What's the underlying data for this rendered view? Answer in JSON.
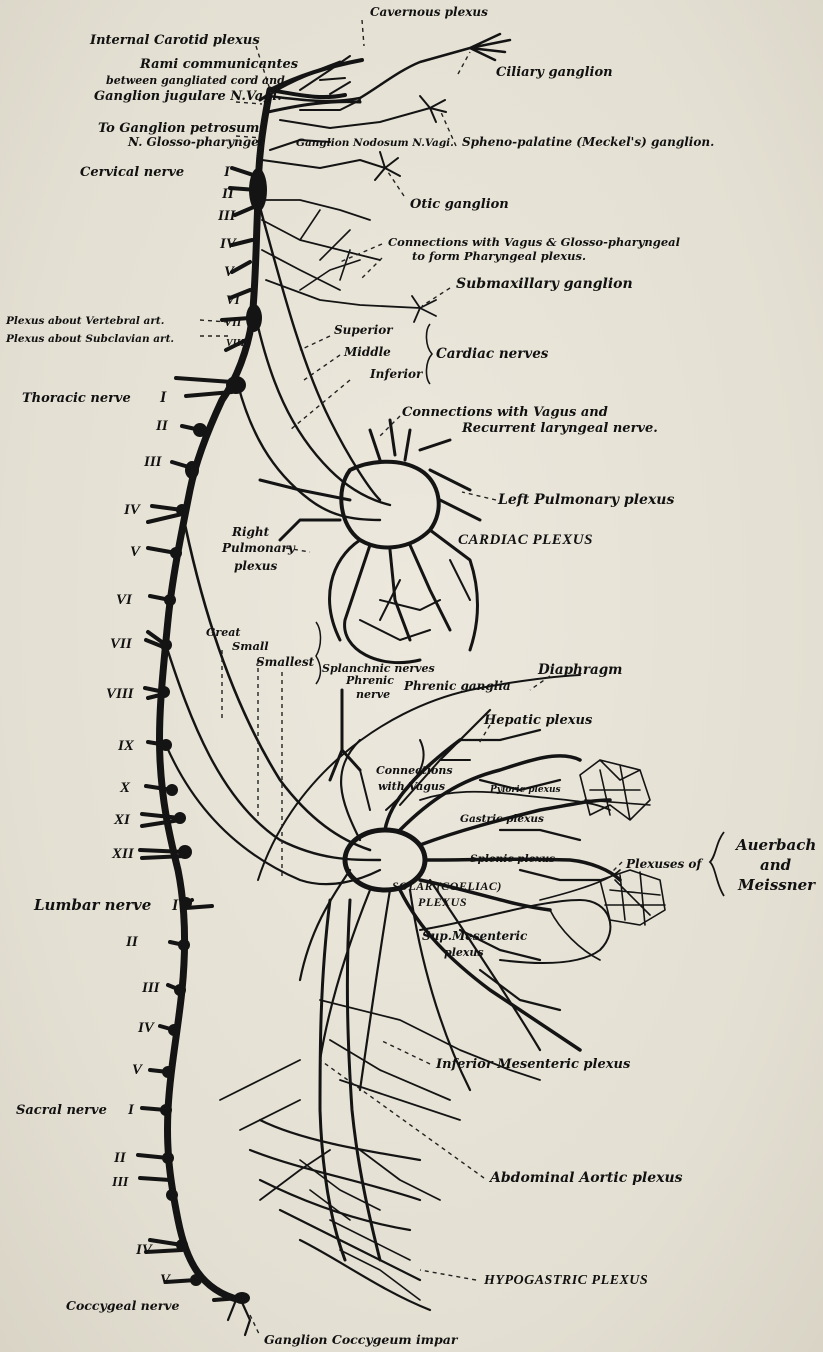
{
  "labels": {
    "cavernous_plexus": "Cavernous plexus",
    "internal_carotid": "Internal Carotid plexus",
    "rami_1": "Rami communicantes",
    "rami_2": "between gangliated cord and",
    "rami_3": "Ganglion jugulare N.Vagi.",
    "petrosum_1": "To Ganglion petrosum",
    "petrosum_2": "N. Glosso-pharyngei",
    "cervical_nerve": "Cervical nerve",
    "ciliary_ganglion": "Ciliary ganglion",
    "ganglion_nodosum": "Ganglion Nodosum N.Vagi.",
    "spheno_palatine": "Spheno-palatine (Meckel's) ganglion.",
    "otic_ganglion": "Otic ganglion",
    "conn_vagus_glosso_1": "Connections with Vagus & Glosso-pharyngeal",
    "conn_vagus_glosso_2": "to form Pharyngeal plexus.",
    "submaxillary": "Submaxillary ganglion",
    "plexus_vertebral": "Plexus about Vertebral art.",
    "plexus_subclavian": "Plexus about Subclavian art.",
    "superior": "Superior",
    "middle": "Middle",
    "inferior": "Inferior",
    "cardiac_nerves": "Cardiac nerves",
    "thoracic_nerve": "Thoracic nerve",
    "conn_vagus_recurrent_1": "Connections with Vagus and",
    "conn_vagus_recurrent_2": "Recurrent laryngeal nerve.",
    "left_pulmonary": "Left Pulmonary plexus",
    "right_pulmonary_1": "Right",
    "right_pulmonary_2": "Pulmonary",
    "right_pulmonary_3": "plexus",
    "cardiac_plexus": "CARDIAC PLEXUS",
    "great": "Great",
    "small": "Small",
    "smallest": "Smallest",
    "splanchnic_nerves": "Splanchnic nerves",
    "phrenic_nerve_1": "Phrenic",
    "phrenic_nerve_2": "nerve",
    "phrenic_ganglia": "Phrenic ganglia",
    "diaphragm": "Diaphragm",
    "hepatic_plexus": "Hepatic plexus",
    "conn_with_vagus_1": "Connections",
    "conn_with_vagus_2": "with Vagus",
    "pyloric_plexus": "Pyloric plexus",
    "gastric_plexus": "Gastric plexus",
    "splenic_plexus": "Splenic plexus",
    "plexuses_of": "Plexuses of",
    "auerbach": "Auerbach",
    "and": "and",
    "meissner": "Meissner",
    "lumbar_nerve": "Lumbar nerve",
    "solar_1": "SOLAR (COELIAC)",
    "solar_2": "PLEXUS",
    "sup_mesenteric_1": "Sup.Mesenteric",
    "sup_mesenteric_2": "plexus",
    "inferior_mesenteric": "Inferior Mesenteric plexus",
    "sacral_nerve": "Sacral nerve",
    "abdominal_aortic": "Abdominal Aortic plexus",
    "hypogastric": "HYPOGASTRIC PLEXUS",
    "coccygeal_nerve": "Coccygeal nerve",
    "ganglion_coccygeum": "Ganglion Coccygeum impar"
  },
  "numerals": {
    "cervical": [
      "I",
      "II",
      "III",
      "IV",
      "V",
      "VI",
      "VII",
      "VIII"
    ],
    "thoracic": [
      "I",
      "II",
      "III",
      "IV",
      "V",
      "VI",
      "VII",
      "VIII",
      "IX",
      "X",
      "XI",
      "XII"
    ],
    "lumbar": [
      "I",
      "II",
      "III",
      "IV",
      "V"
    ],
    "sacral": [
      "I",
      "II",
      "III",
      "IV",
      "V"
    ]
  },
  "colors": {
    "ink": "#141414",
    "paper": "#e6e2d6"
  }
}
